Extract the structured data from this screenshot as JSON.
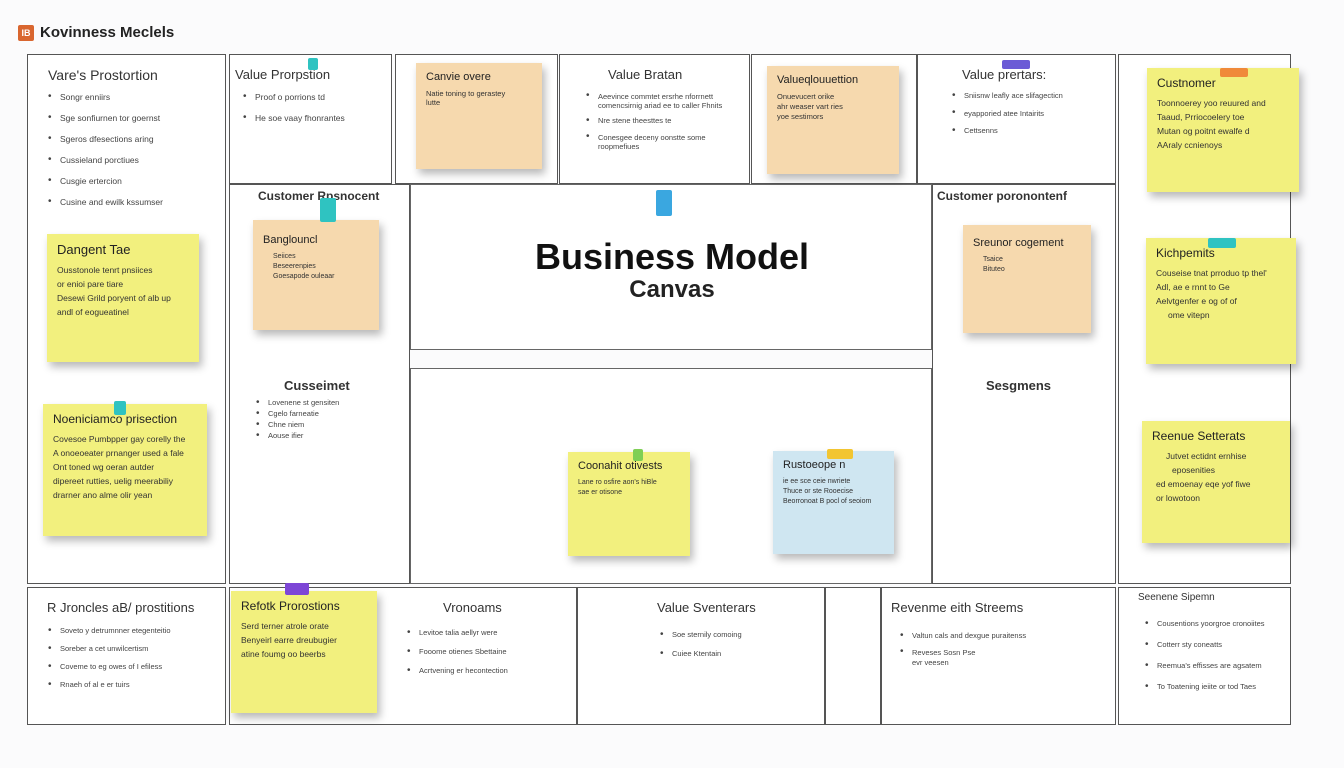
{
  "app": {
    "logo_text": "IB",
    "title": "Kovinness Meclels"
  },
  "canvas": {
    "title": "Business Model",
    "subtitle": "Canvas"
  },
  "cells": {
    "c1": {
      "title": "Vare's Prostortion",
      "items": [
        "Songr enniirs",
        "Sge sonfiurnen tor goernst",
        "Sgeros dfesections aring",
        "Cussieland porctiues",
        "Cusgie ertercion",
        "Cusine and ewilk kssumser"
      ]
    },
    "c2": {
      "title": "Value Prorpstion",
      "items": [
        "Proof o porrions td",
        "He soe vaay fhonrantes"
      ]
    },
    "c4": {
      "title": "Value Bratan",
      "items": [
        "Aeevince commtet ersrhe nforrnett comencsirnig ariad ee to caller Fhnits",
        "Nre stene theesttes te",
        "Conesgee deceny oonstte some roopmefiues"
      ]
    },
    "c6": {
      "title": "Value prertars:",
      "items": [
        "Sniisnw leafly ace slifagecticn",
        "eyapporied atee Intairits",
        "Cettsenns"
      ]
    },
    "cust_resp": {
      "title": "Customer Rpsnocent"
    },
    "cust_ment": {
      "title": "Cusseimet",
      "items": [
        "Lovenene st gensiten",
        "Cgelo farneatie",
        "Chne niem",
        "Aouse ifier"
      ]
    },
    "cust_prop": {
      "title": "Customer poronontenf"
    },
    "segments": {
      "title": "Sesgmens"
    },
    "b1": {
      "title": "R Jroncles aB/ prostitions",
      "items": [
        "Soveto y detrumnner etegenteitio",
        "Soreber a cet unwilcertism",
        "Coveme to eg owes of I efiless",
        "Rnaeh of al e er tuirs"
      ]
    },
    "b2": {
      "title": "Vronoams",
      "items": [
        "Levitoe talia aellyr were",
        "Fooome otienes Sbettaine",
        "Acrtvening er hecontection"
      ]
    },
    "b3": {
      "title": "Value Sventerars",
      "items": [
        "Soe sternily comoing",
        "Cuiee Ktentain"
      ]
    },
    "b4": {
      "title": "Revenme eith Streems",
      "items": [
        "Valtun cals and dexgue puraitenss",
        "Reveses Sosn Pse evr veesen"
      ]
    },
    "b5": {
      "title": "Seenene Sipemn",
      "items": [
        "Cousentions yoorgroe cronoiites",
        "Cotterr sty coneatts",
        "Reemua's effisses are agsatem",
        "To Toatening ieiite or tod Taes"
      ]
    }
  },
  "notes": {
    "n_canvie": {
      "title": "Canvie overe",
      "lines": [
        "Natie toning to gerastey",
        "lutte"
      ]
    },
    "n_valueq": {
      "title": "Valueqlouuettion",
      "lines": [
        "Onuevucert orike",
        "ahr weaser vart ries",
        "yoe sestimors"
      ]
    },
    "n_custnomer": {
      "title": "Custnomer",
      "lines": [
        "Toonnoerey yoo reuured and",
        "Taaud, Prriocoelery toe",
        "Mutan og poitnt ewalfe d",
        "AAraly ccnienoys"
      ]
    },
    "n_dangent": {
      "title": "Dangent Tae",
      "lines": [
        "Ousstonole tenrt pnsiices",
        "or enioi pare tiare",
        "Desewi Grild poryent of alb up",
        "andl of eogueatinel"
      ]
    },
    "n_banglound": {
      "title": "Banglouncl",
      "lines": [
        "Seiices",
        "Beseerenpies",
        "Goesapode ouleaar"
      ]
    },
    "n_sreunor": {
      "title": "Sreunor cogement",
      "lines": [
        "Tsaice",
        "Bituteo"
      ]
    },
    "n_kichpemits": {
      "title": "Kichpemits",
      "lines": [
        "Couseise tnat prroduo tp thel'",
        "Adl, ae e rnnt to Ge",
        "Aelvtgenfer e og of of",
        "ome vitepn"
      ]
    },
    "n_noenic": {
      "title": "Noeniciamco prisection",
      "lines": [
        "Covesoe Pumbpper gay corelly the",
        "A onoeoeater prnanger used a fale",
        "Ont toned wg oeran autder",
        "dipereet rutties, uelig meerabiliy",
        "drarner ano alme olir yean"
      ]
    },
    "n_coonahit": {
      "title": "Coonahit otivests",
      "lines": [
        "Lane ro osfire aon's hiBle",
        "sae er otisone"
      ]
    },
    "n_rustoeope": {
      "title": "Rustoeope n",
      "lines": [
        "ie ee sce ceie nwriete",
        "Thuce or ste Rooecise",
        "Beorronoat B pocl of seoiom"
      ]
    },
    "n_reenue": {
      "title": "Reenue Setterats",
      "lines": [
        "Jutvet ectidnt ernhise",
        "eposenities",
        "ed emoenay eqe yof fiwe",
        "or lowotoon"
      ]
    },
    "n_refotk": {
      "title": "Refotk Prorostions",
      "lines": [
        "Serd terner atrole orate",
        "Benyeirl earre dreubugier",
        "atine foumg oo beerbs"
      ]
    }
  },
  "colors": {
    "yellow": "#f2f07e",
    "peach": "#f6d9ae",
    "blue": "#cfe6f1",
    "border": "#555555"
  }
}
